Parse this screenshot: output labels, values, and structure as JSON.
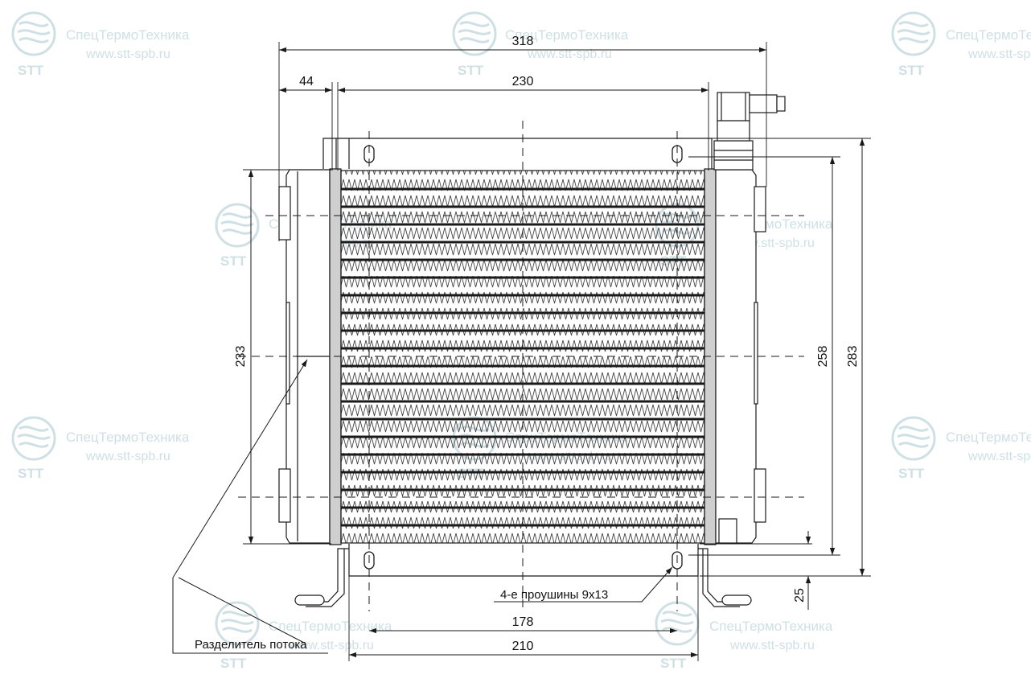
{
  "drawing": {
    "dimensions": {
      "overall_width": "318",
      "core_width": "230",
      "left_offset": "44",
      "core_height": "233",
      "mount_height": "258",
      "overall_height": "283",
      "bracket_offset": "25",
      "inner_hole_spacing": "178",
      "outer_hole_spacing": "210"
    },
    "callouts": {
      "lugs": "4-е проушины 9х13",
      "flow_divider": "Разделитель потока"
    }
  },
  "watermark": {
    "company": "СпецТермоТехника",
    "url": "www.stt-spb.ru",
    "abbr": "STT"
  },
  "colors": {
    "line": "#1a1a1a",
    "watermark": "#cfe0e4"
  }
}
